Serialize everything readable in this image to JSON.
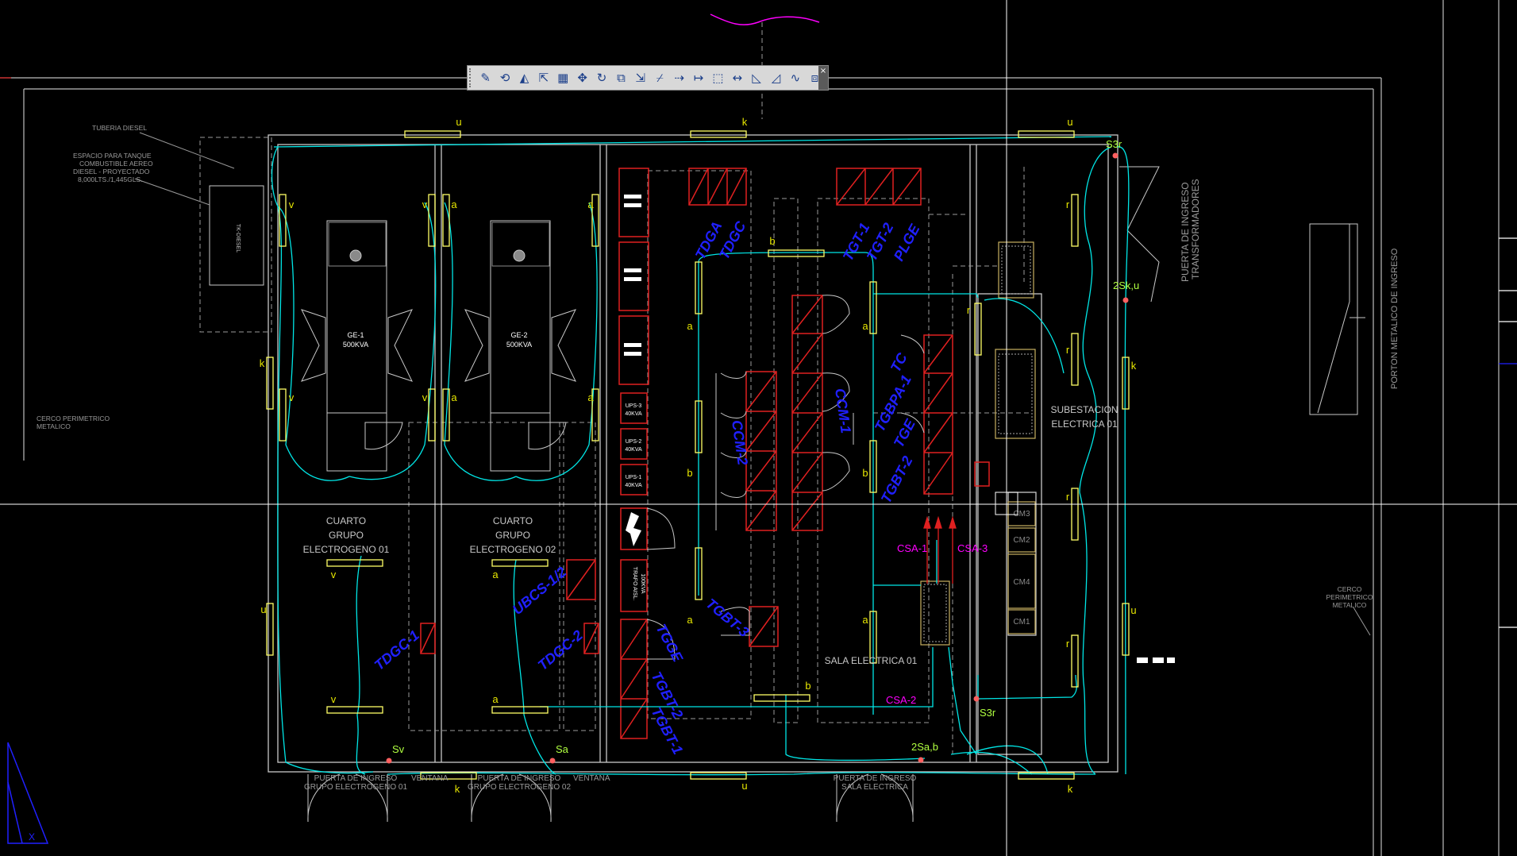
{
  "colors": {
    "background": "#000000",
    "wall": "#c8c8c8",
    "cable": "#00e6e6",
    "equipment": "#e02020",
    "label_blue": "#2020ff",
    "label_magenta": "#ff00ff",
    "label_yellow": "#e6e600",
    "label_green": "#b0ff40",
    "light_fixture": "#ffff66",
    "crosshair": "#ffffff"
  },
  "toolbar": {
    "icons": [
      "pencil-icon",
      "mirror-icon",
      "triangle-icon",
      "stretch-icon",
      "array-icon",
      "move-icon",
      "rotate-icon",
      "scale-icon",
      "offset-icon",
      "trim-icon",
      "extend-icon",
      "break-icon",
      "join-icon",
      "lengthen-icon",
      "chamfer-icon",
      "fillet-icon",
      "spline-icon",
      "explode-icon"
    ],
    "glyphs": [
      "✎",
      "⟲",
      "◭",
      "⇱",
      "▦",
      "✥",
      "↻",
      "⧉",
      "⇲",
      "⌿",
      "⇢",
      "↦",
      "⬚",
      "↔",
      "◺",
      "◿",
      "∿",
      "⧈"
    ],
    "close": "×"
  },
  "notes": {
    "tuberia": "TUBERIA DIESEL",
    "espacio": [
      "ESPACIO PARA TANQUE",
      "COMBUSTIBLE AEREO",
      "DIESEL - PROYECTADO",
      "8,000LTS./1,445GLS."
    ],
    "cerco_left": [
      "CERCO PERIMETRICO",
      "METALICO"
    ],
    "cerco_right": [
      "CERCO",
      "PERIMETRICO",
      "METALICO"
    ],
    "porton": "PORTON METALICO DE INGRESO",
    "puerta_trafo": [
      "PUERTA DE INGRESO",
      "TRANSFORMADORES"
    ]
  },
  "rooms": {
    "grupo1": [
      "CUARTO",
      "GRUPO",
      "ELECTROGENO 01"
    ],
    "grupo2": [
      "CUARTO",
      "GRUPO",
      "ELECTROGENO 02"
    ],
    "sala": "SALA ELECTRICA 01",
    "subestacion": [
      "SUBESTACION",
      "ELECTRICA 01"
    ]
  },
  "doors": {
    "d1": [
      "PUERTA DE INGRESO",
      "GRUPO ELECTROGENO 01"
    ],
    "d2": [
      "PUERTA DE INGRESO",
      "GRUPO ELECTROGENO 02"
    ],
    "d3": [
      "PUERTA DE INGRESO",
      "SALA ELECTRICA"
    ],
    "ventana": "VENTANA"
  },
  "generators": {
    "ge1": [
      "GE-1",
      "500KVA"
    ],
    "ge2": [
      "GE-2",
      "500KVA"
    ]
  },
  "ups": [
    [
      "UPS-3",
      "40KVA"
    ],
    [
      "UPS-2",
      "40KVA"
    ],
    [
      "UPS-1",
      "40KVA"
    ]
  ],
  "trafo": [
    "TRAFO AISL.",
    "100KVA"
  ],
  "cells": [
    "CM3",
    "CM2",
    "CM4",
    "CM1"
  ],
  "panels": {
    "tdga": "TDGA",
    "tdgc": "TDGC",
    "tgt1": "TGT-1",
    "tgt2": "TGT-2",
    "plge": "PLGE",
    "ccm1": "CCM-1",
    "ccm2": "CCM-2",
    "tc": "TC",
    "tgbpa1": "TGBPA-1",
    "tge": "TGE",
    "tgbt2": "TGBT-2",
    "tgbt3": "TGBT-3",
    "tgge": "TGGE",
    "tgbt": "TGBT-1",
    "tdgcl1": "TDGC-1",
    "tdgcl2": "TDGC-2",
    "ubcs": "UBCS-1/2"
  },
  "csa": {
    "csa1": "CSA-1",
    "csa2": "CSA-2",
    "csa3": "CSA-3"
  },
  "switches": {
    "s3r_top": "S3r",
    "s2ku": "2Sk,u",
    "sv": "Sv",
    "sa": "Sa",
    "s2ab": "2Sa,b",
    "s3r_bot": "S3r"
  },
  "circuit_letters": {
    "u": "u",
    "k": "k",
    "v": "v",
    "a": "a",
    "b": "b",
    "r": "r"
  }
}
